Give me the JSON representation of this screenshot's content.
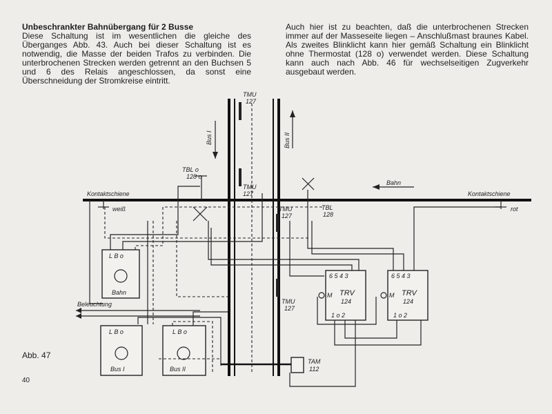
{
  "left_column": {
    "heading": "Unbeschrankter Bahnübergang für 2 Busse",
    "body": "Diese Schaltung ist im wesentlichen die gleiche des Überganges Abb. 43. Auch bei dieser Schaltung ist es notwendig, die Masse der beiden Trafos zu verbinden. Die unterbrochenen Strecken werden getrennt an den Buchsen 5 und 6 des Relais angeschlossen, da sonst eine Überschneidung der Stromkreise eintritt."
  },
  "right_column": {
    "body": "Auch hier ist zu beachten, daß die unterbrochenen Strecken immer auf der Masseseite liegen – Anschlußmast braunes Kabel. Als zweites Blinklicht kann hier gemäß Schaltung ein Blinklicht ohne Thermostat (128 o) verwendet werden. Diese Schaltung kann auch nach Abb. 46 für wechselseitigen Zugverkehr ausgebaut werden."
  },
  "figure": {
    "caption": "Abb. 47",
    "labels": {
      "kontaktschiene_left": "Kontaktschiene",
      "kontaktschiene_right": "Kontaktschiene",
      "weiss": "weiß",
      "rot": "rot",
      "bahn_arrow": "Bahn",
      "bus1_arrow": "Bus I",
      "bus2_arrow": "Bus II",
      "tmu_top": "TMU",
      "tmu_top_num": "127",
      "tmu_mid": "TMU",
      "tmu_mid_num": "127",
      "tmu_right": "TMU",
      "tmu_right_num": "127",
      "tmu_bottom": "TMU",
      "tmu_bottom_num": "127",
      "tbl_left": "TBL o",
      "tbl_left_num": "128 o",
      "tbl_right": "TBL",
      "tbl_right_num": "128",
      "beleuchtung": "Beleuchtung",
      "tam": "TAM",
      "tam_num": "112"
    },
    "transformers": [
      {
        "name": "Bahn",
        "letters": "L  B  o"
      },
      {
        "name": "Bus I",
        "letters": "L  B  o"
      },
      {
        "name": "Bus II",
        "letters": "L  B  o"
      }
    ],
    "relays": [
      {
        "name": "TRV",
        "number": "124",
        "top_pins": "6  5 4 3",
        "bottom_pins": "1  o  2",
        "m": "M"
      },
      {
        "name": "TRV",
        "number": "124",
        "top_pins": "6  5 4 3",
        "bottom_pins": "1  o  2",
        "m": "M"
      }
    ]
  },
  "page_number": "40"
}
